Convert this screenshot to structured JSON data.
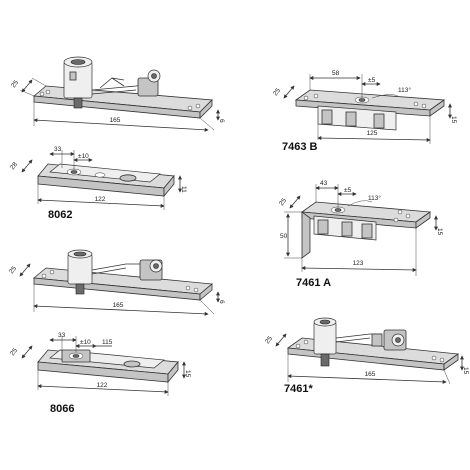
{
  "products": [
    {
      "id": "p1",
      "model": "",
      "dims": [
        "165",
        "25",
        "6"
      ]
    },
    {
      "id": "p2",
      "model": "8062",
      "dims": [
        "33",
        "±10",
        "122",
        "28",
        "11"
      ]
    },
    {
      "id": "p3",
      "model": "",
      "dims": [
        "165",
        "25",
        "6"
      ]
    },
    {
      "id": "p4",
      "model": "8066",
      "dims": [
        "33",
        "±10",
        "115",
        "122",
        "25",
        "15"
      ]
    },
    {
      "id": "p5",
      "model": "7463 B",
      "dims": [
        "58",
        "±5",
        "113°",
        "125",
        "25",
        "15"
      ]
    },
    {
      "id": "p6",
      "model": "7461 A",
      "dims": [
        "43",
        "±5",
        "113°",
        "123",
        "25",
        "50",
        "15"
      ]
    },
    {
      "id": "p7",
      "model": "7461*",
      "dims": [
        "165",
        "25",
        "15"
      ]
    }
  ]
}
